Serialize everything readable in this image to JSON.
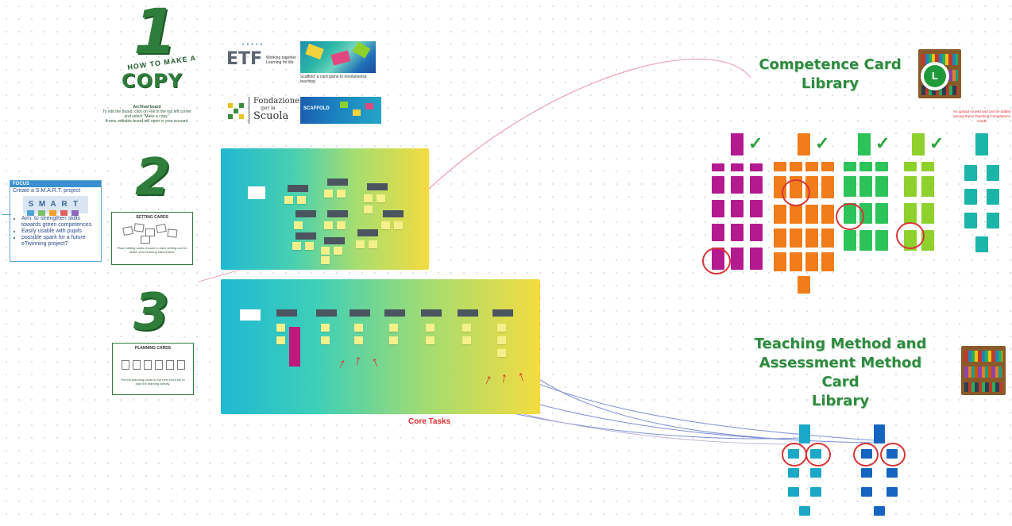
{
  "step1": {
    "number": "1",
    "how_to_make": "HOW TO MAKE A",
    "copy_word": "COPY",
    "instructions_title": "Archival board",
    "instructions": [
      "To edit the board, click on File in the top left corner",
      "and select \"Make a copy.\"",
      "A new, editable board will open in your account."
    ]
  },
  "logos": {
    "etf_name": "ETF",
    "etf_tagline": "Working together Learning for life",
    "scaffold_caption": "Scaffold: a card game to revolutionise teaching",
    "fondazione_line1": "Fondazione",
    "fondazione_line2": "per la",
    "fondazione_line3": "Scuola",
    "scaffold_label": "SCAFFOLD"
  },
  "focus_card": {
    "title": "FOCUS",
    "subtitle": "Create a S.M.A.R.T. project",
    "letters": [
      "S",
      "M",
      "A",
      "R",
      "T"
    ],
    "bullets": [
      "Aim: to strengthen skills towards green competences.",
      "Easily usable with pupils",
      "possible spark for a future eTwinning project?"
    ]
  },
  "step2": {
    "number": "2",
    "card_title": "SETTING CARDS",
    "card_caption": "Place setting cards chosen in each setting card to define your learning intervention."
  },
  "step3": {
    "number": "3",
    "card_title": "PLANNING CARDS",
    "card_caption": "Put the planning cards in the next row from to plan the learning activity."
  },
  "core_tasks_label": "Core Tasks",
  "competence_library": {
    "title_line1": "Competence Card",
    "title_line2": "Library",
    "avatar_letter": "L",
    "note": "An upload moved and can be added among these Teaching Competence Cards"
  },
  "teaching_library": {
    "title_line1": "Teaching Method and",
    "title_line2": "Assessment Method Card",
    "title_line3": "Library"
  },
  "colors": {
    "green_title": "#2f8a3f",
    "magenta": "#b4198f",
    "orange": "#f07c1a",
    "green": "#2cc35a",
    "lime": "#8fd12c",
    "teal": "#1bb5a9",
    "blue": "#1565c0",
    "red_marker": "#d83535"
  }
}
